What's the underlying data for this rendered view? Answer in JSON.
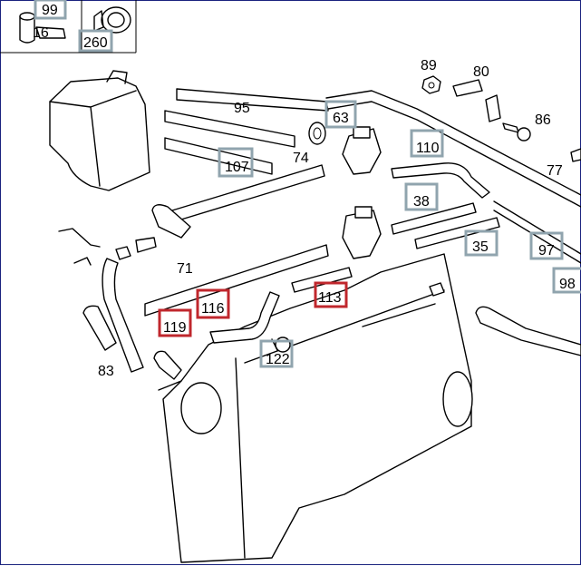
{
  "diagram": {
    "colors": {
      "callout_gray": "#90a4ae",
      "callout_red": "#c0272d",
      "line": "#000000",
      "frame": "#1a237e"
    },
    "labels_plain": {
      "p89": "89",
      "p80": "80",
      "p95": "95",
      "p86": "86",
      "p74": "74",
      "p77": "77",
      "p71": "71",
      "p83": "83",
      "p16": "16"
    },
    "callouts_gray": {
      "c99": "99",
      "c260": "260",
      "c63": "63",
      "c107": "107",
      "c110": "110",
      "c38": "38",
      "c35": "35",
      "c97": "97",
      "c98": "98",
      "c122": "122"
    },
    "callouts_red": {
      "c116": "116",
      "c119": "119",
      "c113": "113"
    }
  }
}
